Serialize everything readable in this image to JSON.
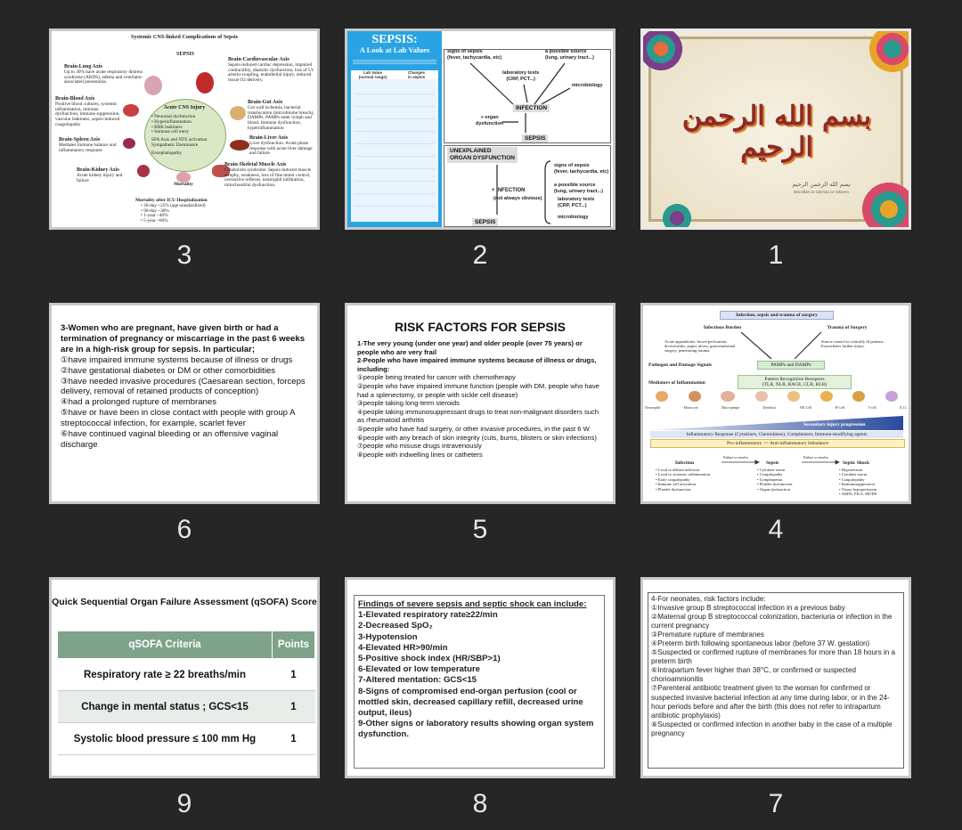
{
  "slides": [
    {
      "number": "3",
      "title": "Systemic CNS-linked Complications of Sepsis",
      "center_title": "Acute CNS Injury",
      "center_items": [
        "• Neuronal dysfunction",
        "• Hyperinflammation",
        "• BBB leakiness",
        "• Immune cell entry",
        "SFA Axis and NTS activation",
        "Sympathetic Dominance",
        "Encephalopathy"
      ],
      "top": "SEPSIS",
      "axes": {
        "lung": {
          "title": "Brain-Lung Axis",
          "text": "Up to 30% have acute respiratory distress syndrome (ARDS), edema and ventilator-associated pneumonia."
        },
        "cardio": {
          "title": "Brain-Cardiovascular Axis",
          "text": "Sepsis-induced cardiac depression, impaired contractility, diastolic dysfunction, loss of LV arterio-coupling, endothelial injury, reduced tissue O2 delivery."
        },
        "blood": {
          "title": "Brain-Blood Axis",
          "text": "Positive blood cultures, systemic inflammation, immune dysfunction, immune suppression, vascular leakiness, sepsis-induced coagulopathy"
        },
        "gut": {
          "title": "Brain-Gut Axis",
          "text": "Gut wall ischemia, bacterial translocation (microbiome breach), DAMPs, PAMPs enter lymph and blood. Immune dysfunction, hyperinflammation"
        },
        "spleen": {
          "title": "Brain-Spleen Axis",
          "text": "Mediates immune balance and inflammatory response"
        },
        "liver": {
          "title": "Brain-Liver Axis",
          "text": "Liver dysfunction. Acute phase response with acute liver damage and failure"
        },
        "kidney": {
          "title": "Brain-Kidney Axis",
          "text": "Acute kidney injury and failure"
        },
        "muscle": {
          "title": "Brain-Skeletal Muscle Axis",
          "text": "Catabolism syndrome. Sepsis-induced muscle atrophy, weakness, loss of fine motor control, overactive reflexes, neutrophil infiltration, mitochondrial dysfunction."
        }
      },
      "mortality": "Mortality",
      "mortality_title": "Mortality after ICU Hospitalization",
      "mortality_items": [
        "• 30-day ~25% (age-standardized)",
        "• 90-day ~30%",
        "• 1-year ~40%",
        "• 5-year ~60%"
      ]
    },
    {
      "number": "2",
      "blue_title": "SEPSIS:",
      "blue_subtitle": "A Look at Lab Values",
      "col1": "Lab Value\n(normal range)",
      "col2": "Changes\nin sepsis",
      "boxes": {
        "infection": "INFECTION",
        "sepsis1": "SEPSIS",
        "unexplained": "UNEXPLAINED\nORGAN DYSFUNCTION",
        "sepsis2": "SEPSIS"
      },
      "labels": {
        "signs": "signs of sepsis\n(fever, tachycardia, etc)",
        "source": "a possible source\n(lung, urinary tract...)",
        "lab": "laboratory tests\n(CRP, PCT...)",
        "micro": "microbiology",
        "organ": "+ organ\ndysfunction",
        "plus_inf": "+ INFECTION",
        "not_always": "(not always obvious)",
        "signs2": "signs of sepsis\n(fever, tachycardia, etc)",
        "source2": "a possible source\n(lung, urinary tract...)",
        "lab2": "laboratory tests\n(CRP, PCT...)",
        "micro2": "microbiology"
      }
    },
    {
      "number": "1",
      "calligraphy": "بسم الله الرحمن الرحيم",
      "small_arabic": "بسم الله الرحمن الرحيم",
      "small_latin": "Bismillah ar-rahman ar-raheem"
    },
    {
      "number": "6",
      "heading": "3-Women who are pregnant, have given birth or had a termination of pregnancy or miscarriage in the past 6 weeks are in a high-risk group for sepsis. In particular;",
      "items": [
        "①have impaired immune systems because of illness or drugs",
        "②have gestational diabetes or DM or other comorbidities",
        "③have needed invasive procedures (Caesarean section, forceps delivery, removal of retained products of conception)",
        "④had a prolonged rupture of membranes",
        "⑤have or have been in close contact with people with group A streptococcal infection, for example, scarlet fever",
        "⑥have continued vaginal bleeding or an offensive vaginal discharge"
      ]
    },
    {
      "number": "5",
      "title": "RISK FACTORS FOR SEPSIS",
      "p1": "1-The very young (under one year) and older people (over 75 years) or people who are very frail",
      "p2": "2-People who have impaired immune systems because of illness or drugs, including:",
      "items": [
        "①people being treated for cancer with chemotherapy",
        "②people who have impaired immune function (people with DM, people who have had a splenectomy, or people with sickle cell disease)",
        "③people taking long-term steroids",
        "④people taking immunosuppressant drugs to treat non-malignant disorders such as rheumatoid arthritis",
        "⑤people who have had surgery, or other invasive procedures, in the past 6 W",
        "⑥people with any breach of skin integrity (cuts, burns, blisters or skin infections)",
        "⑦people who misuse drugs intravenously",
        "⑧people with indwelling lines or catheters"
      ]
    },
    {
      "number": "4",
      "title": "Infection, sepsis and trauma of surgery",
      "burden": "Infectious Burden",
      "trauma": "Trauma of Surgery",
      "burden_text": "Acute appendicitis, bowel perforation, diverticulitis, peptic ulcers, gastrointestinal surgery, penetrating trauma.",
      "trauma_text": "Source control in critically ill patients. Exacerbates further injury.",
      "pathogen": "Pathogen and Damage Signals",
      "pamps": "PAMPs and DAMPs",
      "mediators": "Mediators of Inflammation",
      "prr": "Pattern Recognition Receptors\n(TLR, NLR, RAGE, CLR, RLR)",
      "cells": [
        "Neutrophil",
        "Monocyte",
        "Macrophage",
        "Dendritic",
        "NK Cell",
        "B-Cell",
        "T-cell",
        "ILCs"
      ],
      "secondary": "Secondary injury progression",
      "response": "Inflammatory Response (Cytokines, Chemokines), Complement, Immune-modifying agents",
      "balance": "Pro-inflammatory >> Anti-inflammatory Imbalance",
      "stages": [
        "Infection",
        "Sepsis",
        "Septic Shock"
      ],
      "fail": "Failure to resolve",
      "infection_items": [
        "• Local to diffuse infection",
        "• Local to systemic inflammation",
        "• Early coagulopathy",
        "• Immune cell activation",
        "• Platelet dysfunction"
      ],
      "sepsis_items": [
        "• Cytokine storm",
        "• Coagulopathy",
        "• Lymphopenia",
        "• Platelet dysfunction",
        "• Organ dysfunction"
      ],
      "shock_items": [
        "• Hypotension",
        "• Cytokine storm",
        "• Coagulopathy",
        "• Immunosuppression",
        "• Tissue hypoperfusion",
        "• ARDS, PICS, MODS"
      ]
    },
    {
      "number": "9",
      "title": "Quick Sequential Organ Failure Assessment (qSOFA) Score",
      "col_criteria": "qSOFA Criteria",
      "col_points": "Points",
      "rows": [
        {
          "criteria": "Respiratory rate ≥ 22 breaths/min",
          "points": "1"
        },
        {
          "criteria": "Change in mental status ; GCS<15",
          "points": "1"
        },
        {
          "criteria": "Systolic blood pressure ≤ 100 mm Hg",
          "points": "1"
        }
      ]
    },
    {
      "number": "8",
      "title": "Findings of severe sepsis and septic shock can include:",
      "items": [
        "1-Elevated respiratory rate≥22/min",
        "2-Decreased SpO₂",
        "3-Hypotension",
        "4-Elevated HR>90/min",
        "5-Positive shock index (HR/SBP>1)",
        "6-Elevated or low temperature",
        "7-Altered mentation: GCS<15",
        "8-Signs of compromised end-organ perfusion (cool or mottled skin, decreased capillary refill, decreased urine output, ileus)",
        "9-Other signs or laboratory results showing organ system dysfunction."
      ]
    },
    {
      "number": "7",
      "heading": "4-For neonates, risk factors include:",
      "items": [
        "①Invasive group B streptococcal infection in a previous baby",
        "②Maternal group B streptococcal colonization, bacteriuria or infection in the current pregnancy",
        "③Premature rupture of membranes",
        "④Preterm birth following spontaneous labor (before 37 W. gestation)",
        "⑤Suspected or confirmed rupture of membranes for more than 18 hours in a preterm birth",
        "⑥Intrapartum fever higher than 38°C, or confirmed or suspected chorioamnionitis",
        "⑦Parenteral antibiotic treatment given to the woman for confirmed or suspected invasive bacterial infection at any time during labor, or in the 24-hour periods before and after the birth (this does not refer to intrapartum antibiotic prophylaxis)",
        "⑧Suspected or confirmed infection in another baby in the case of a multiple pregnancy"
      ]
    }
  ]
}
